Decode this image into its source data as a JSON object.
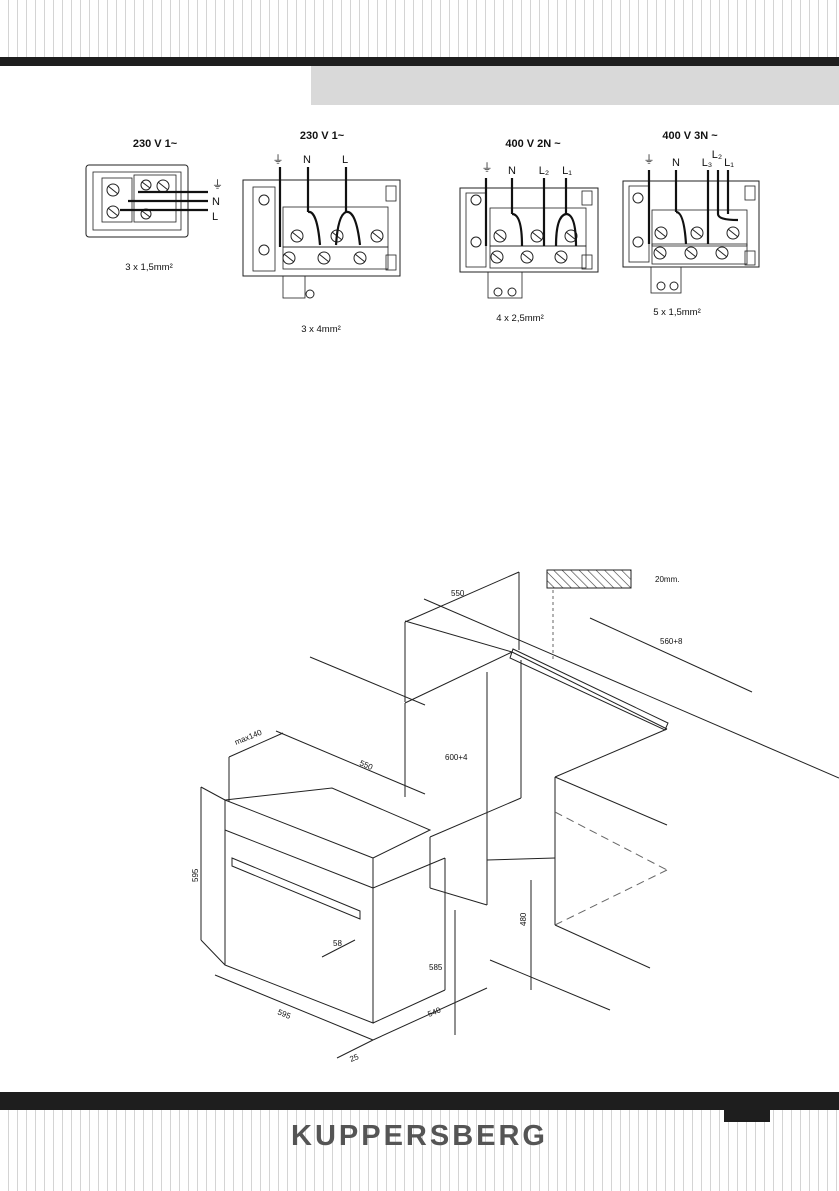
{
  "wiring": [
    {
      "voltage": "230 V  1~",
      "terminals": [
        "⏚",
        "N",
        "L"
      ],
      "cable": "3 x 1,5mm²"
    },
    {
      "voltage": "230 V  1~",
      "terminals": [
        "⏚",
        "N",
        "L"
      ],
      "cable": "3 x 4mm²"
    },
    {
      "voltage": "400 V  2N ~",
      "terminals": [
        "⏚",
        "N",
        "L₂",
        "L₁"
      ],
      "cable": "4 x 2,5mm²"
    },
    {
      "voltage": "400 V  3N ~",
      "terminals": [
        "⏚",
        "N",
        "L₃",
        "L₂",
        "L₁"
      ],
      "cable": "5 x 1,5mm²"
    }
  ],
  "installation": {
    "dimensions": {
      "niche_depth": "550",
      "panel_thickness": "20mm.",
      "niche_width": "560+8",
      "niche_height": "600+4",
      "max_top": "max140",
      "oven_depth": "550",
      "oven_height": "595",
      "plinth_height": "480",
      "handle_offset": "58",
      "body_height": "585",
      "oven_width": "595",
      "body_depth": "540",
      "front_thickness": "25"
    }
  },
  "footer": {
    "brand": "KUPPERSBERG"
  }
}
